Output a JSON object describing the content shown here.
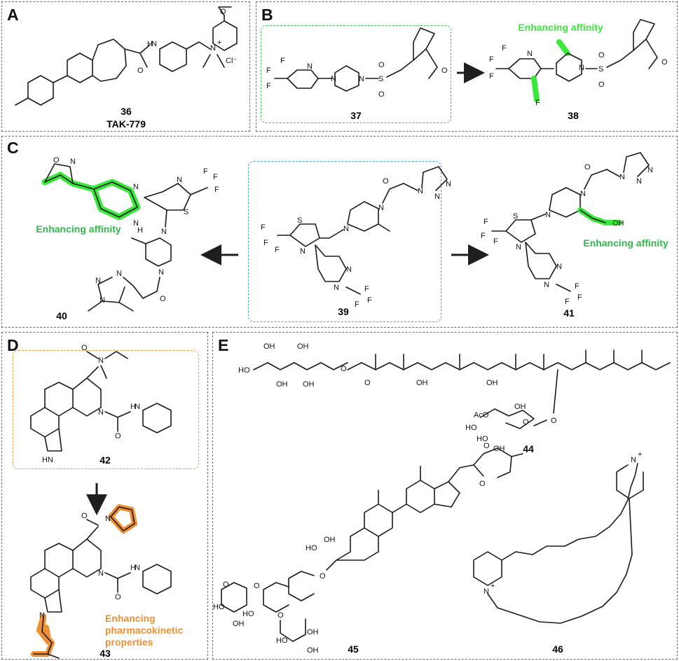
{
  "colors": {
    "green_bright": "#39e83a",
    "green_text": "#2fb84a",
    "orange": "#ee8f33",
    "blue_box": "#3aa9d8",
    "green_box": "#3dbb55",
    "orange_box": "#ee9a3a",
    "panel_border": "#6d6d6d"
  },
  "panels": {
    "A": {
      "label": "A",
      "compounds": [
        {
          "number": "36",
          "name": "TAK-779"
        }
      ]
    },
    "B": {
      "label": "B",
      "compounds": [
        {
          "number": "37"
        },
        {
          "number": "38"
        }
      ],
      "note": "Enhancing affinity"
    },
    "C": {
      "label": "C",
      "compounds": [
        {
          "number": "39"
        },
        {
          "number": "40"
        },
        {
          "number": "41"
        }
      ],
      "note_left": "Enhancing affinity",
      "note_right": "Enhancing affinity"
    },
    "D": {
      "label": "D",
      "compounds": [
        {
          "number": "42"
        },
        {
          "number": "43"
        }
      ],
      "note_lines": [
        "Enhancing",
        "pharmacokinetic",
        "properties"
      ]
    },
    "E": {
      "label": "E",
      "compounds": [
        {
          "number": "44"
        },
        {
          "number": "45"
        },
        {
          "number": "46"
        }
      ]
    }
  },
  "atoms": {
    "N": "N",
    "O": "O",
    "S": "S",
    "F": "F",
    "H": "H",
    "NH": "NH",
    "HN": "HN",
    "Nplus": "N+",
    "Cl": "Cl⁻",
    "OH": "OH",
    "HO": "HO",
    "AcO": "AcO"
  }
}
